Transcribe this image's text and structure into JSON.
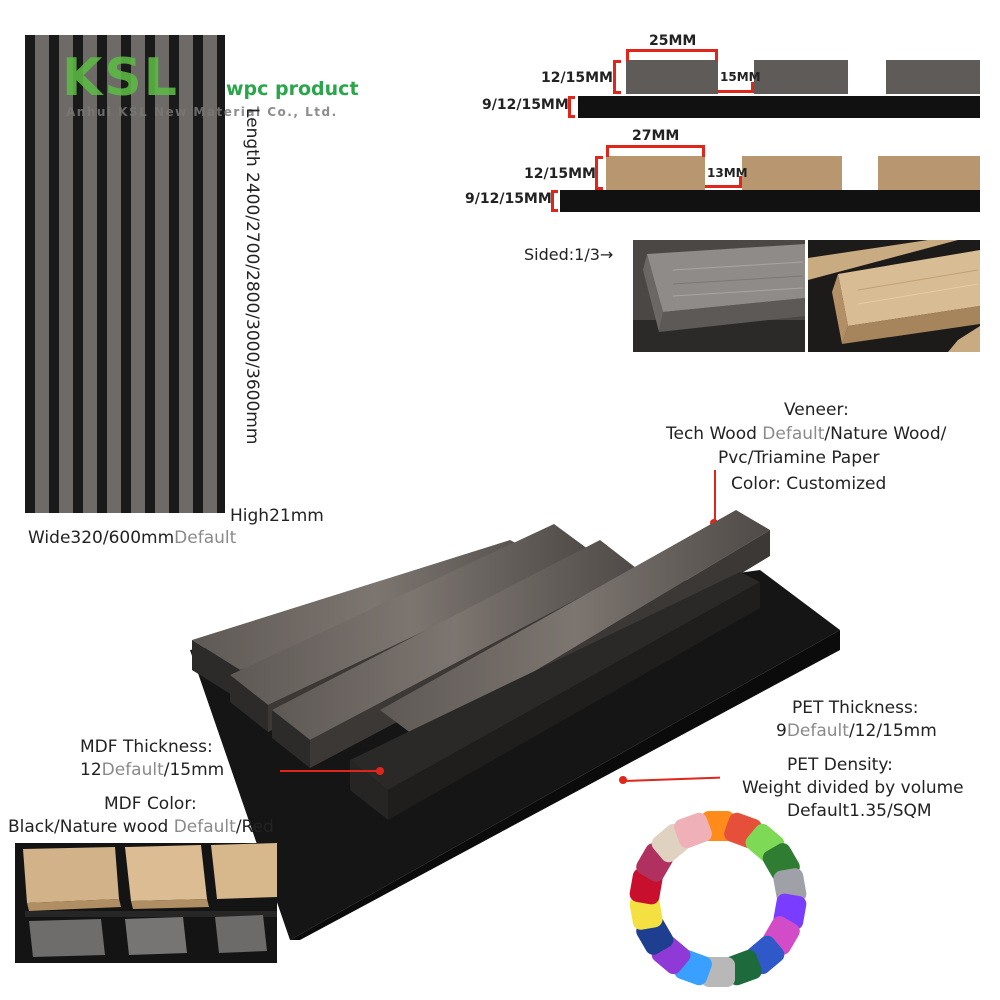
{
  "brand": {
    "logo_text": "KSL",
    "company": "Anhui KSL New Material Co., Ltd.",
    "product": "wpc product"
  },
  "panel": {
    "length": "Length 2400/2700/2800/3000/3600mm",
    "high": "High21mm",
    "wide_prefix": "Wide320/600mm",
    "wide_default": "Default"
  },
  "profile_dark": {
    "slat_width": "25MM",
    "gap": "15MM",
    "slat_thickness": "12/15MM",
    "base_thickness": "9/12/15MM"
  },
  "profile_wood": {
    "slat_width": "27MM",
    "gap": "13MM",
    "slat_thickness": "12/15MM",
    "base_thickness": "9/12/15MM"
  },
  "sided": "Sided:1/3→",
  "veneer": {
    "title": "Veneer:",
    "line1_a": "Tech Wood ",
    "line1_default": "Default",
    "line1_b": "/Nature Wood/",
    "line2": "Pvc/Triamine Paper",
    "color": "Color:  Customized"
  },
  "pet_thickness": {
    "title": "PET Thickness:",
    "value_a": "9",
    "value_default": "Default",
    "value_b": "/12/15mm"
  },
  "pet_density": {
    "title": "PET Density:",
    "line1": "Weight divided by volume",
    "line2": "Default1.35/SQM"
  },
  "mdf_thickness": {
    "title": "MDF Thickness:",
    "value_a": "12",
    "value_default": "Default",
    "value_b": "/15mm"
  },
  "mdf_color": {
    "title": "MDF Color:",
    "value_a": "Black/Nature wood ",
    "value_default": "Default",
    "value_b": "/Red"
  },
  "colors": {
    "accent_red": "#e0251b",
    "slat_grey": "#6d6a67",
    "wood_tan": "#b89770",
    "felt_black": "#1a1a1a",
    "logo_green": "#5cba44"
  }
}
